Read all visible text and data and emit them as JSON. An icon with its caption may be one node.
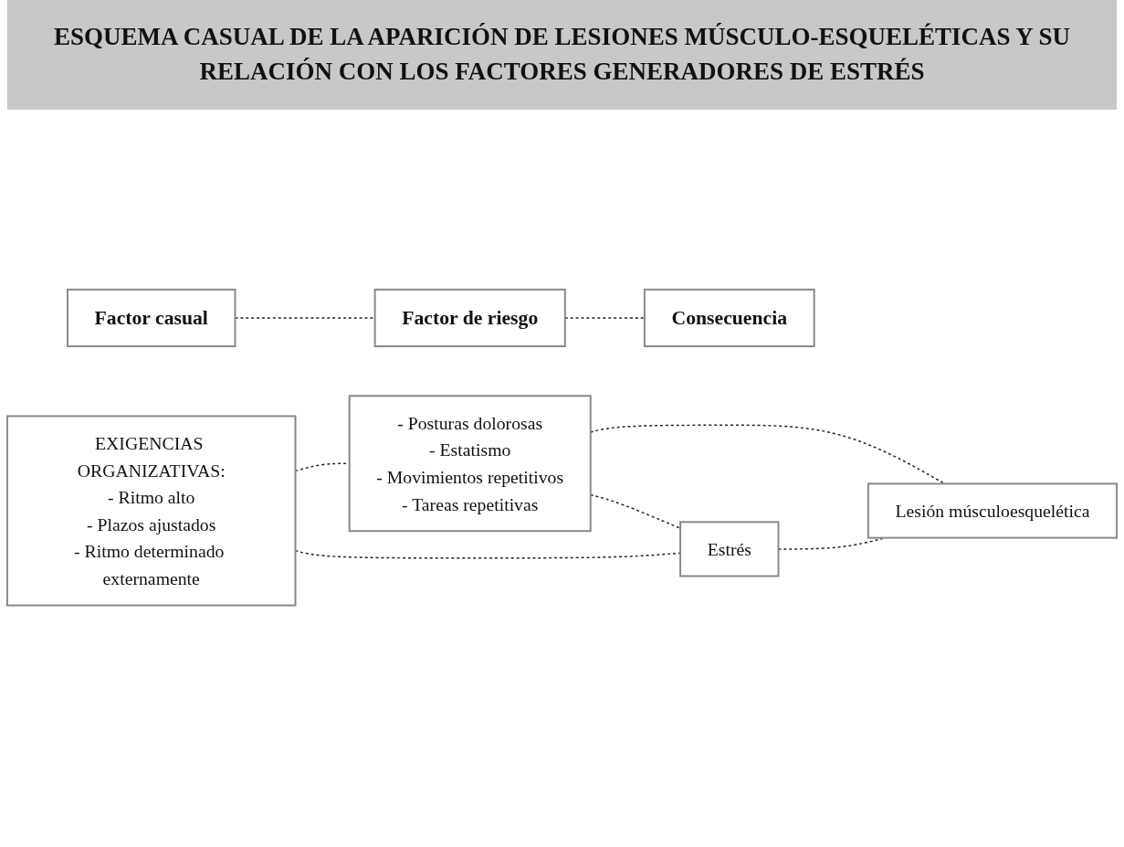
{
  "diagram": {
    "title": "ESQUEMA CASUAL DE LA APARICIÓN DE LESIONES MÚSCULO-ESQUELÉTICAS Y SU RELACIÓN CON LOS FACTORES GENERADORES DE ESTRÉS",
    "nodes": [
      {
        "text": [
          "Factor casual"
        ]
      },
      {
        "text": [
          "Factor de riesgo"
        ]
      },
      {
        "text": [
          "Consecuencia"
        ]
      },
      {
        "text": [
          "EXIGENCIAS ORGANIZATIVAS:",
          "- Ritmo alto",
          "- Plazos ajustados",
          "- Ritmo determinado externamente"
        ]
      },
      {
        "text": [
          "- Posturas dolorosas",
          "- Estatismo",
          "- Movimientos repetitivos",
          "- Tareas repetitivas"
        ]
      },
      {
        "text": [
          "Lesión músculoesquelética"
        ]
      },
      {
        "text": [
          "Estrés"
        ]
      }
    ],
    "edges": [
      {
        "from": 0,
        "to": 1,
        "arrow": "none",
        "style": "dashed"
      },
      {
        "from": 1,
        "to": 2,
        "arrow": "none",
        "style": "dashed"
      },
      {
        "from": 3,
        "to": 4,
        "arrow": "none",
        "style": "dashed"
      },
      {
        "from": 4,
        "to": 5,
        "arrow": "none",
        "style": "dashed"
      },
      {
        "from": 3,
        "to": 6,
        "arrow": "none",
        "style": "dashed"
      },
      {
        "from": 4,
        "to": 6,
        "arrow": "none",
        "style": "dashed"
      },
      {
        "from": 6,
        "to": 5,
        "arrow": "none",
        "style": "dashed"
      }
    ]
  }
}
